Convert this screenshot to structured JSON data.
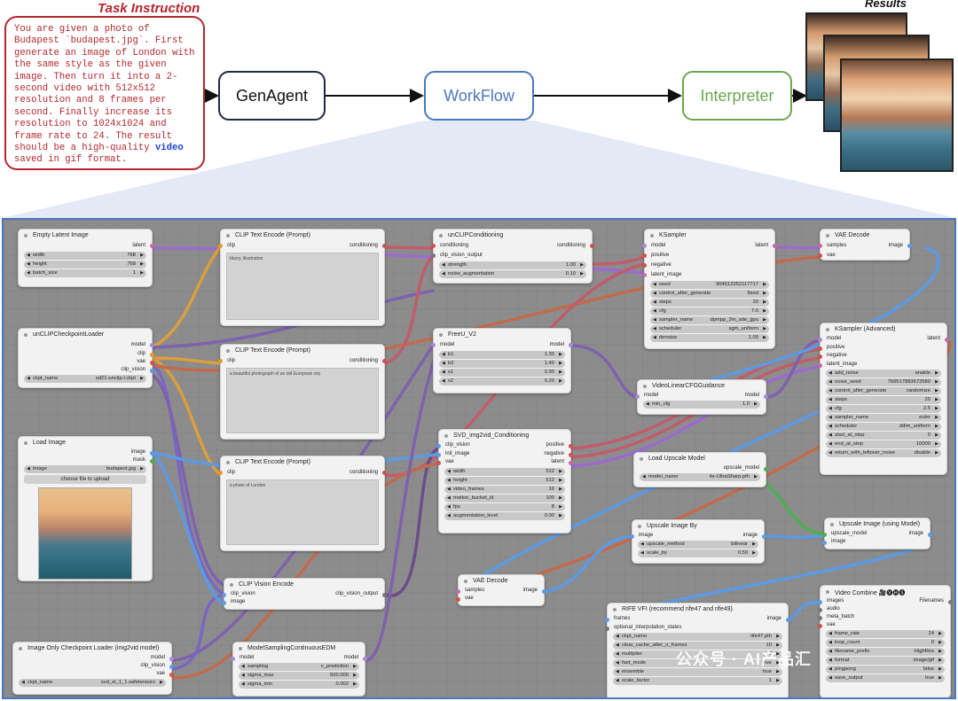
{
  "header": {
    "task_title": "Task Instruction",
    "task_text_before": "You are given a photo of Budapest `budapest.jpg`. First generate an image of London with the same style as the given image. Then turn it into a 2-second video with 512x512 resolution and 8 frames per second. Finally increase its resolution to 1024x1024 and frame rate to 24. The result should be a high-quality ",
    "task_keyword": "video",
    "task_text_after": " saved in gif format.",
    "results_title": "Results"
  },
  "pipeline": [
    {
      "label": "GenAgent",
      "color": "#1f2a44"
    },
    {
      "label": "WorkFlow",
      "color": "#4b77c0"
    },
    {
      "label": "Interpreter",
      "color": "#6aa84f"
    }
  ],
  "nodes": {
    "empty_latent": {
      "title": "Empty Latent Image",
      "out": "latent",
      "width": "768",
      "height": "768",
      "batch_size": "1"
    },
    "clip_text_1": {
      "title": "CLIP Text Encode (Prompt)",
      "in": "clip",
      "out": "conditioning",
      "text": "blurry, illustration"
    },
    "unclip_cond": {
      "title": "unCLIPConditioning",
      "in1": "conditioning",
      "in2": "clip_vision_output",
      "out": "conditioning",
      "strength": "1.00",
      "noise_augmentation": "0.10"
    },
    "ksampler": {
      "title": "KSampler",
      "ins": [
        "model",
        "positive",
        "negative",
        "latent_image"
      ],
      "out": "latent",
      "widgets": [
        [
          "seed",
          "904613352117717"
        ],
        [
          "control_after_generate",
          "fixed"
        ],
        [
          "steps",
          "20"
        ],
        [
          "cfg",
          "7.0"
        ],
        [
          "sampler_name",
          "dpmpp_3m_sde_gpu"
        ],
        [
          "scheduler",
          "sgm_uniform"
        ],
        [
          "denoise",
          "1.00"
        ]
      ]
    },
    "vae_decode_1": {
      "title": "VAE Decode",
      "in1": "samples",
      "in2": "vae",
      "out": "image"
    },
    "unclip_loader": {
      "title": "unCLIPCheckpointLoader",
      "outs": [
        "model",
        "clip",
        "vae",
        "clip_vision"
      ],
      "ckpt_name": "sd21-unclip-l.ckpt"
    },
    "clip_text_2": {
      "title": "CLIP Text Encode (Prompt)",
      "in": "clip",
      "out": "conditioning",
      "text": "a beautiful photograph of an old European city"
    },
    "freeu": {
      "title": "FreeU_V2",
      "in": "model",
      "out": "model",
      "b1": "1.30",
      "b2": "1.40",
      "s1": "0.90",
      "s2": "0.20"
    },
    "ksampler_adv": {
      "title": "KSampler (Advanced)",
      "ins": [
        "model",
        "positive",
        "negative",
        "latent_image"
      ],
      "out": "latent",
      "widgets": [
        [
          "add_noise",
          "enable"
        ],
        [
          "noise_seed",
          "766517883673580"
        ],
        [
          "control_after_generate",
          "randomize"
        ],
        [
          "steps",
          "20"
        ],
        [
          "cfg",
          "2.5"
        ],
        [
          "sampler_name",
          "euler"
        ],
        [
          "scheduler",
          "ddim_uniform"
        ],
        [
          "start_at_step",
          "0"
        ],
        [
          "end_at_step",
          "10000"
        ],
        [
          "return_with_leftover_noise",
          "disable"
        ]
      ]
    },
    "video_cfg": {
      "title": "VideoLinearCFGGuidance",
      "in": "model",
      "out": "model",
      "min_cfg": "1.0"
    },
    "load_image": {
      "title": "Load Image",
      "outs": [
        "image",
        "mask"
      ],
      "image": "budapest.jpg",
      "upload": "choose file to upload"
    },
    "clip_text_3": {
      "title": "CLIP Text Encode (Prompt)",
      "in": "clip",
      "out": "conditioning",
      "text": "a photo of London"
    },
    "svd_cond": {
      "title": "SVD_img2vid_Conditioning",
      "ins": [
        "clip_vision",
        "init_image",
        "vae"
      ],
      "outs": [
        "positive",
        "negative",
        "latent"
      ],
      "widgets": [
        [
          "width",
          "512"
        ],
        [
          "height",
          "512"
        ],
        [
          "video_frames",
          "16"
        ],
        [
          "motion_bucket_id",
          "100"
        ],
        [
          "fps",
          "8"
        ],
        [
          "augmentation_level",
          "0.00"
        ]
      ]
    },
    "load_upscale": {
      "title": "Load Upscale Model",
      "out": "upscale_model",
      "model_name": "4x-UltraSharp.pth"
    },
    "upscale_by": {
      "title": "Upscale Image By",
      "in": "image",
      "out": "image",
      "upscale_method": "bilinear",
      "scale_by": "0.50"
    },
    "upscale_model_node": {
      "title": "Upscale Image (using Model)",
      "in1": "upscale_model",
      "in2": "image",
      "out": "image"
    },
    "clip_vision_enc": {
      "title": "CLIP Vision Encode",
      "in1": "clip_vision",
      "in2": "image",
      "out": "clip_vision_output"
    },
    "vae_decode_2": {
      "title": "VAE Decode",
      "in1": "samples",
      "in2": "vae",
      "out": "image"
    },
    "rife": {
      "title": "RIFE VFI (recommend rife47 and rife49)",
      "in1": "frames",
      "in2": "optional_interpolation_states",
      "out": "image",
      "widgets": [
        [
          "ckpt_name",
          "rife47.pth"
        ],
        [
          "clear_cache_after_n_frames",
          "10"
        ],
        [
          "multiplier",
          "3"
        ],
        [
          "fast_mode",
          "true"
        ],
        [
          "ensemble",
          "true"
        ],
        [
          "scale_factor",
          "1"
        ]
      ]
    },
    "video_combine": {
      "title": "Video Combine 🎥🅥🅗🅢",
      "ins": [
        "images",
        "audio",
        "meta_batch",
        "vae"
      ],
      "out": "Filenames",
      "widgets": [
        [
          "frame_rate",
          "24"
        ],
        [
          "loop_count",
          "0"
        ],
        [
          "filename_prefix",
          "HighRes"
        ],
        [
          "format",
          "image/gif"
        ],
        [
          "pingpong",
          "false"
        ],
        [
          "save_output",
          "true"
        ]
      ]
    },
    "img_ckpt_loader": {
      "title": "Image Only Checkpoint Loader (img2vid model)",
      "outs": [
        "model",
        "clip_vision",
        "vae"
      ],
      "ckpt_name": "svd_xt_1_1.safetensors"
    },
    "model_sampling": {
      "title": "ModelSamplingContinuousEDM",
      "in": "model",
      "out": "model",
      "sampling": "v_prediction",
      "sigma_max": "500.000",
      "sigma_min": "0.002"
    }
  },
  "watermark": "公众号 · AI产品汇"
}
